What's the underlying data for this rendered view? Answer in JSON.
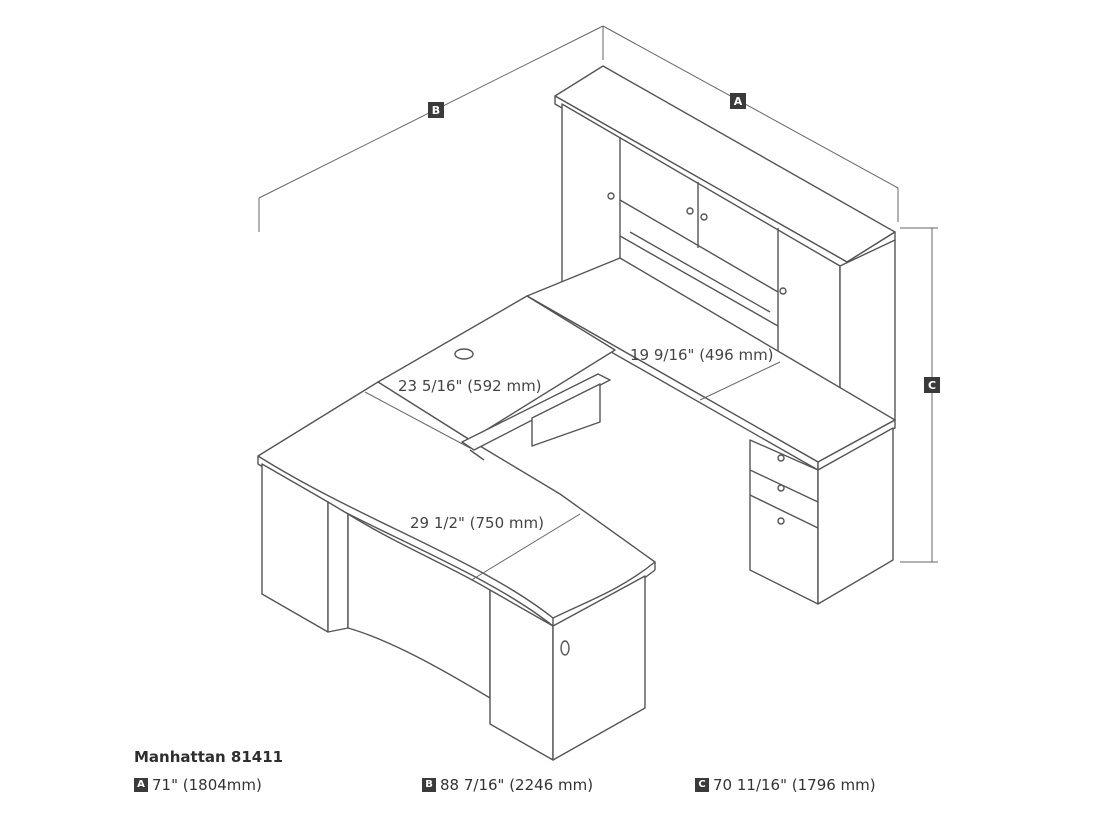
{
  "title": "Manhattan 81411",
  "dimension_labels": {
    "d1": "19 9/16\" (496 mm)",
    "d2": "23 5/16\" (592 mm)",
    "d3": "29 1/2\" (750 mm)"
  },
  "badges": {
    "a": "A",
    "b": "B",
    "c": "C"
  },
  "legend": [
    {
      "badge": "A",
      "text": "71\" (1804mm)"
    },
    {
      "badge": "B",
      "text": "88 7/16\" (2246 mm)"
    },
    {
      "badge": "C",
      "text": "70 11/16\" (1796 mm)"
    }
  ]
}
